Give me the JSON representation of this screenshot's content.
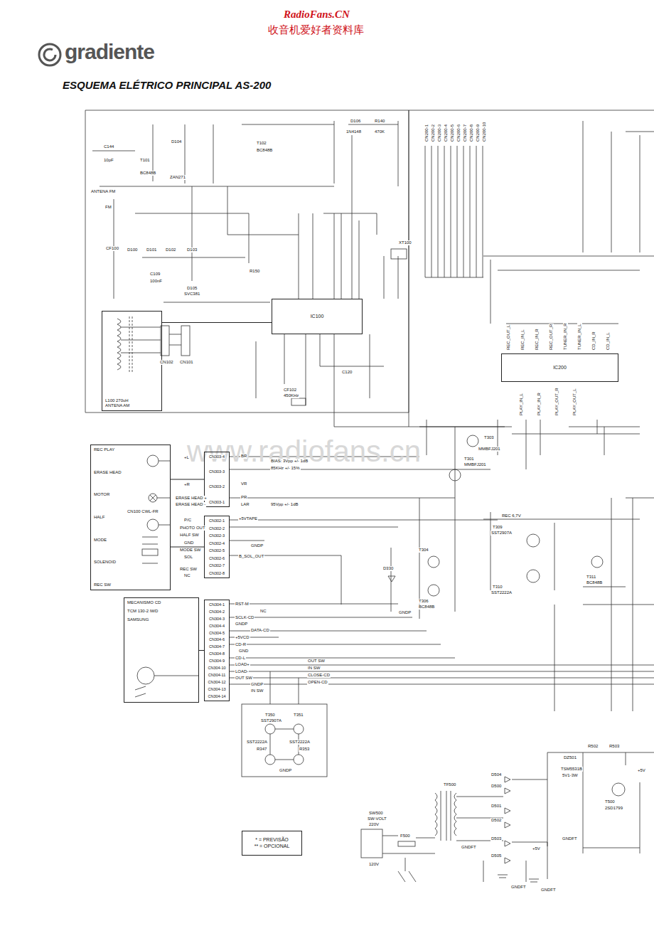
{
  "diagram": {
    "title": "ESQUEMA ELÉTRICO PRINCIPAL AS-200",
    "nodes": [
      {
        "text": [
          "L100 270uH",
          "ANTENA AM"
        ]
      },
      {
        "text": [
          "IC100"
        ]
      },
      {
        "text": [
          "IC200"
        ]
      },
      {
        "text": [
          "REC PLAY",
          "ERASE HEAD",
          "MOTOR",
          "HALF",
          "MODE",
          "SOLENOID",
          "REC SW"
        ]
      },
      {
        "text": [
          "CN303-4",
          "CN303-3",
          "CN303-2",
          "CN303-1"
        ]
      },
      {
        "text": [
          "CN302-1",
          "CN302-2",
          "CN302-3",
          "CN302-4",
          "CN302-5",
          "CN302-6",
          "CN302-7",
          "CN302-8"
        ]
      },
      {
        "text": [
          "MECANISMO CD",
          "TCM 130-2 IWD",
          "SAMSUNG"
        ]
      },
      {
        "text": [
          "CN304-1",
          "CN304-2",
          "CN304-3",
          "CN304-4",
          "CN304-5",
          "CN304-6",
          "CN304-7",
          "CN304-8",
          "CN304-9",
          "CN304-10",
          "CN304-11",
          "CN304-12",
          "CN304-13",
          "CN304-14"
        ]
      },
      {
        "text": [
          "* = PREVISÃO",
          "** = OPCIONAL"
        ]
      }
    ],
    "edges": [
      {
        "from": 0,
        "to": 1,
        "arrow": "none"
      },
      {
        "from": 3,
        "to": 4,
        "arrow": "none"
      },
      {
        "from": 3,
        "to": 5,
        "arrow": "none"
      },
      {
        "from": 6,
        "to": 7,
        "arrow": "none"
      }
    ],
    "labels": [
      "RadioFans.CN",
      "收音机爱好者资料库",
      "gradiente",
      "www.radiofans.cn",
      "D106",
      "1N4148",
      "R140",
      "470K",
      "T101",
      "BC848B",
      "D104",
      "ZAN271",
      "T102",
      "BC848B",
      "C144",
      "10pF",
      "ANTENA FM",
      "FM",
      "CF100",
      "D100",
      "D101",
      "D102",
      "D103",
      "C109",
      "100nF",
      "D105",
      "SVC381",
      "CN102",
      "CN101",
      "R150",
      "XT100",
      "CF102",
      "450KHz",
      "C120",
      "T303",
      "MMBFJ201",
      "T301",
      "MMBFJ201",
      "BR",
      "BIAS: 3Vpp +/- 1dB",
      "85KHz +/- 15%",
      "VR",
      "PR",
      "95Vpp +/- 1dB",
      "LAR",
      "+L",
      "+R",
      "ERASE HEAD +",
      "ERASE HEAD -",
      "P/C",
      "PHOTO OUT",
      "HALF SW",
      "GND",
      "MODE SW",
      "SOL",
      "REC SW",
      "NC",
      "+5VTAPE",
      "GNDP",
      "B_SOL_OUT",
      "CN100 CWL-FR",
      "RST-M",
      "NC",
      "SCLK-CD",
      "GNDP",
      "DATA-CD",
      "+5VCD",
      "CD-R",
      "GND",
      "CD-L",
      "LOAD+",
      "LOAD-",
      "OUT SW",
      "GNDP",
      "IN SW",
      "OUT SW",
      "IN SW",
      "CLOSE-CD",
      "OPEN-CD",
      "T350",
      "SST2907A",
      "T351",
      "SST2222A",
      "SST2222A",
      "R347",
      "R353",
      "GNDP",
      "REC 6,7V",
      "T309",
      "SST2907A",
      "T310",
      "SST2222A",
      "T311",
      "BC848B",
      "T304",
      "T306",
      "BC848B",
      "D330",
      "GNDP",
      "DZ501",
      "TSM5531B",
      "5V1-3W",
      "T500",
      "2SD1799",
      "R502",
      "R503",
      "+5V",
      "TF500",
      "SW500",
      "SW-VOLT",
      "220V",
      "120V",
      "F500",
      "D504",
      "D500",
      "D501",
      "D502",
      "D503",
      "D505",
      "GNDFT",
      "GNDFT",
      "GNDFT",
      "+5V",
      "GNDFT",
      "REC_OUT_L",
      "REC_IN_L",
      "REC_IN_R",
      "REC_OUT_R",
      "TUNER_IN_R",
      "TUNER_IN_L",
      "CD_IN_R",
      "CD_IN_L",
      "PLAY_IN_L",
      "PLAY_IN_R",
      "PLAY_OUT_R",
      "PLAY_OUT_L",
      "CN200-1",
      "CN200-2",
      "CN200-3",
      "CN200-4",
      "CN200-5",
      "CN200-6",
      "CN200-7",
      "CN200-8",
      "CN200-9",
      "CN200-10"
    ]
  }
}
